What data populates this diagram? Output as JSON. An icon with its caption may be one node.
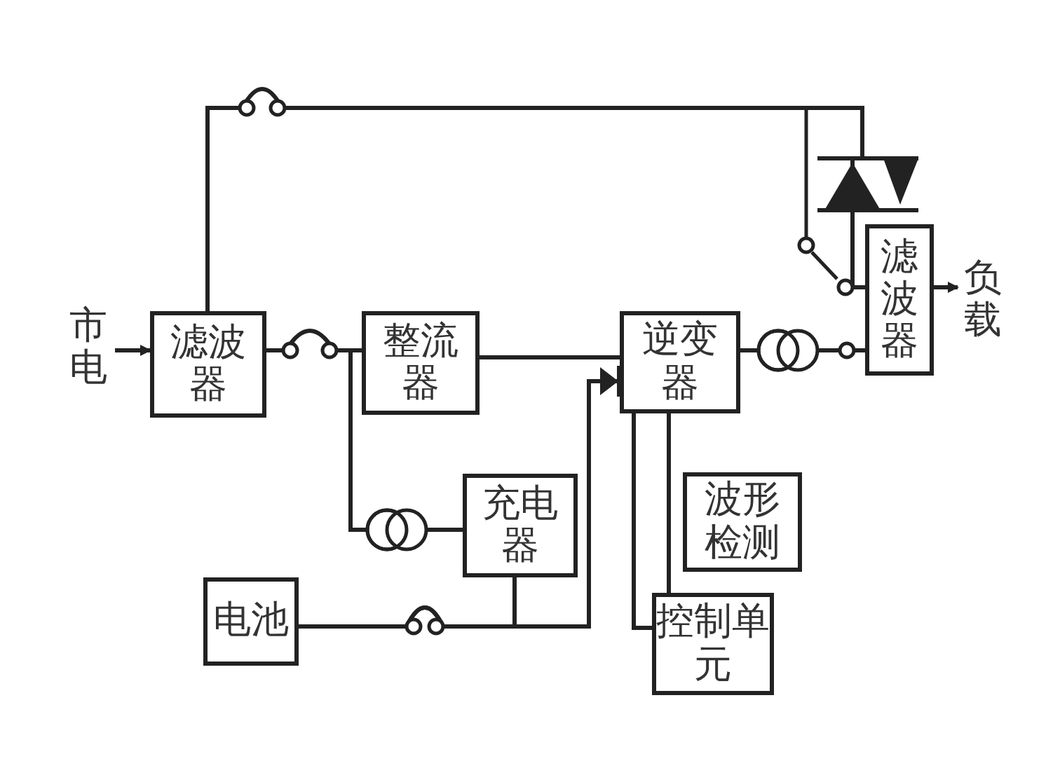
{
  "diagram": {
    "nodes": [
      {
        "text": [
          "市电"
        ]
      },
      {
        "text": [
          "滤波器"
        ]
      },
      {
        "text": [
          "整流器"
        ]
      },
      {
        "text": [
          "逆变器"
        ]
      },
      {
        "text": [
          "滤波器"
        ]
      },
      {
        "text": [
          "负载"
        ]
      },
      {
        "text": [
          "充电器"
        ]
      },
      {
        "text": [
          "电池"
        ]
      },
      {
        "text": [
          "波形检测"
        ]
      },
      {
        "text": [
          "控制单元"
        ]
      }
    ],
    "edges": [
      {
        "from": 0,
        "to": 1,
        "arrow": "to"
      },
      {
        "from": 4,
        "to": 5,
        "arrow": "to"
      },
      {
        "from": 1,
        "to": 2,
        "arrow": "none"
      },
      {
        "from": 1,
        "to": 4,
        "arrow": "none"
      },
      {
        "from": 2,
        "to": 3,
        "arrow": "none"
      },
      {
        "from": 2,
        "to": 6,
        "arrow": "none"
      },
      {
        "from": 7,
        "to": 6,
        "arrow": "none"
      },
      {
        "from": 7,
        "to": 3,
        "arrow": "to"
      },
      {
        "from": 3,
        "to": 4,
        "arrow": "none"
      },
      {
        "from": 3,
        "to": 9,
        "arrow": "none"
      },
      {
        "from": 9,
        "to": 3,
        "arrow": "none"
      }
    ]
  }
}
